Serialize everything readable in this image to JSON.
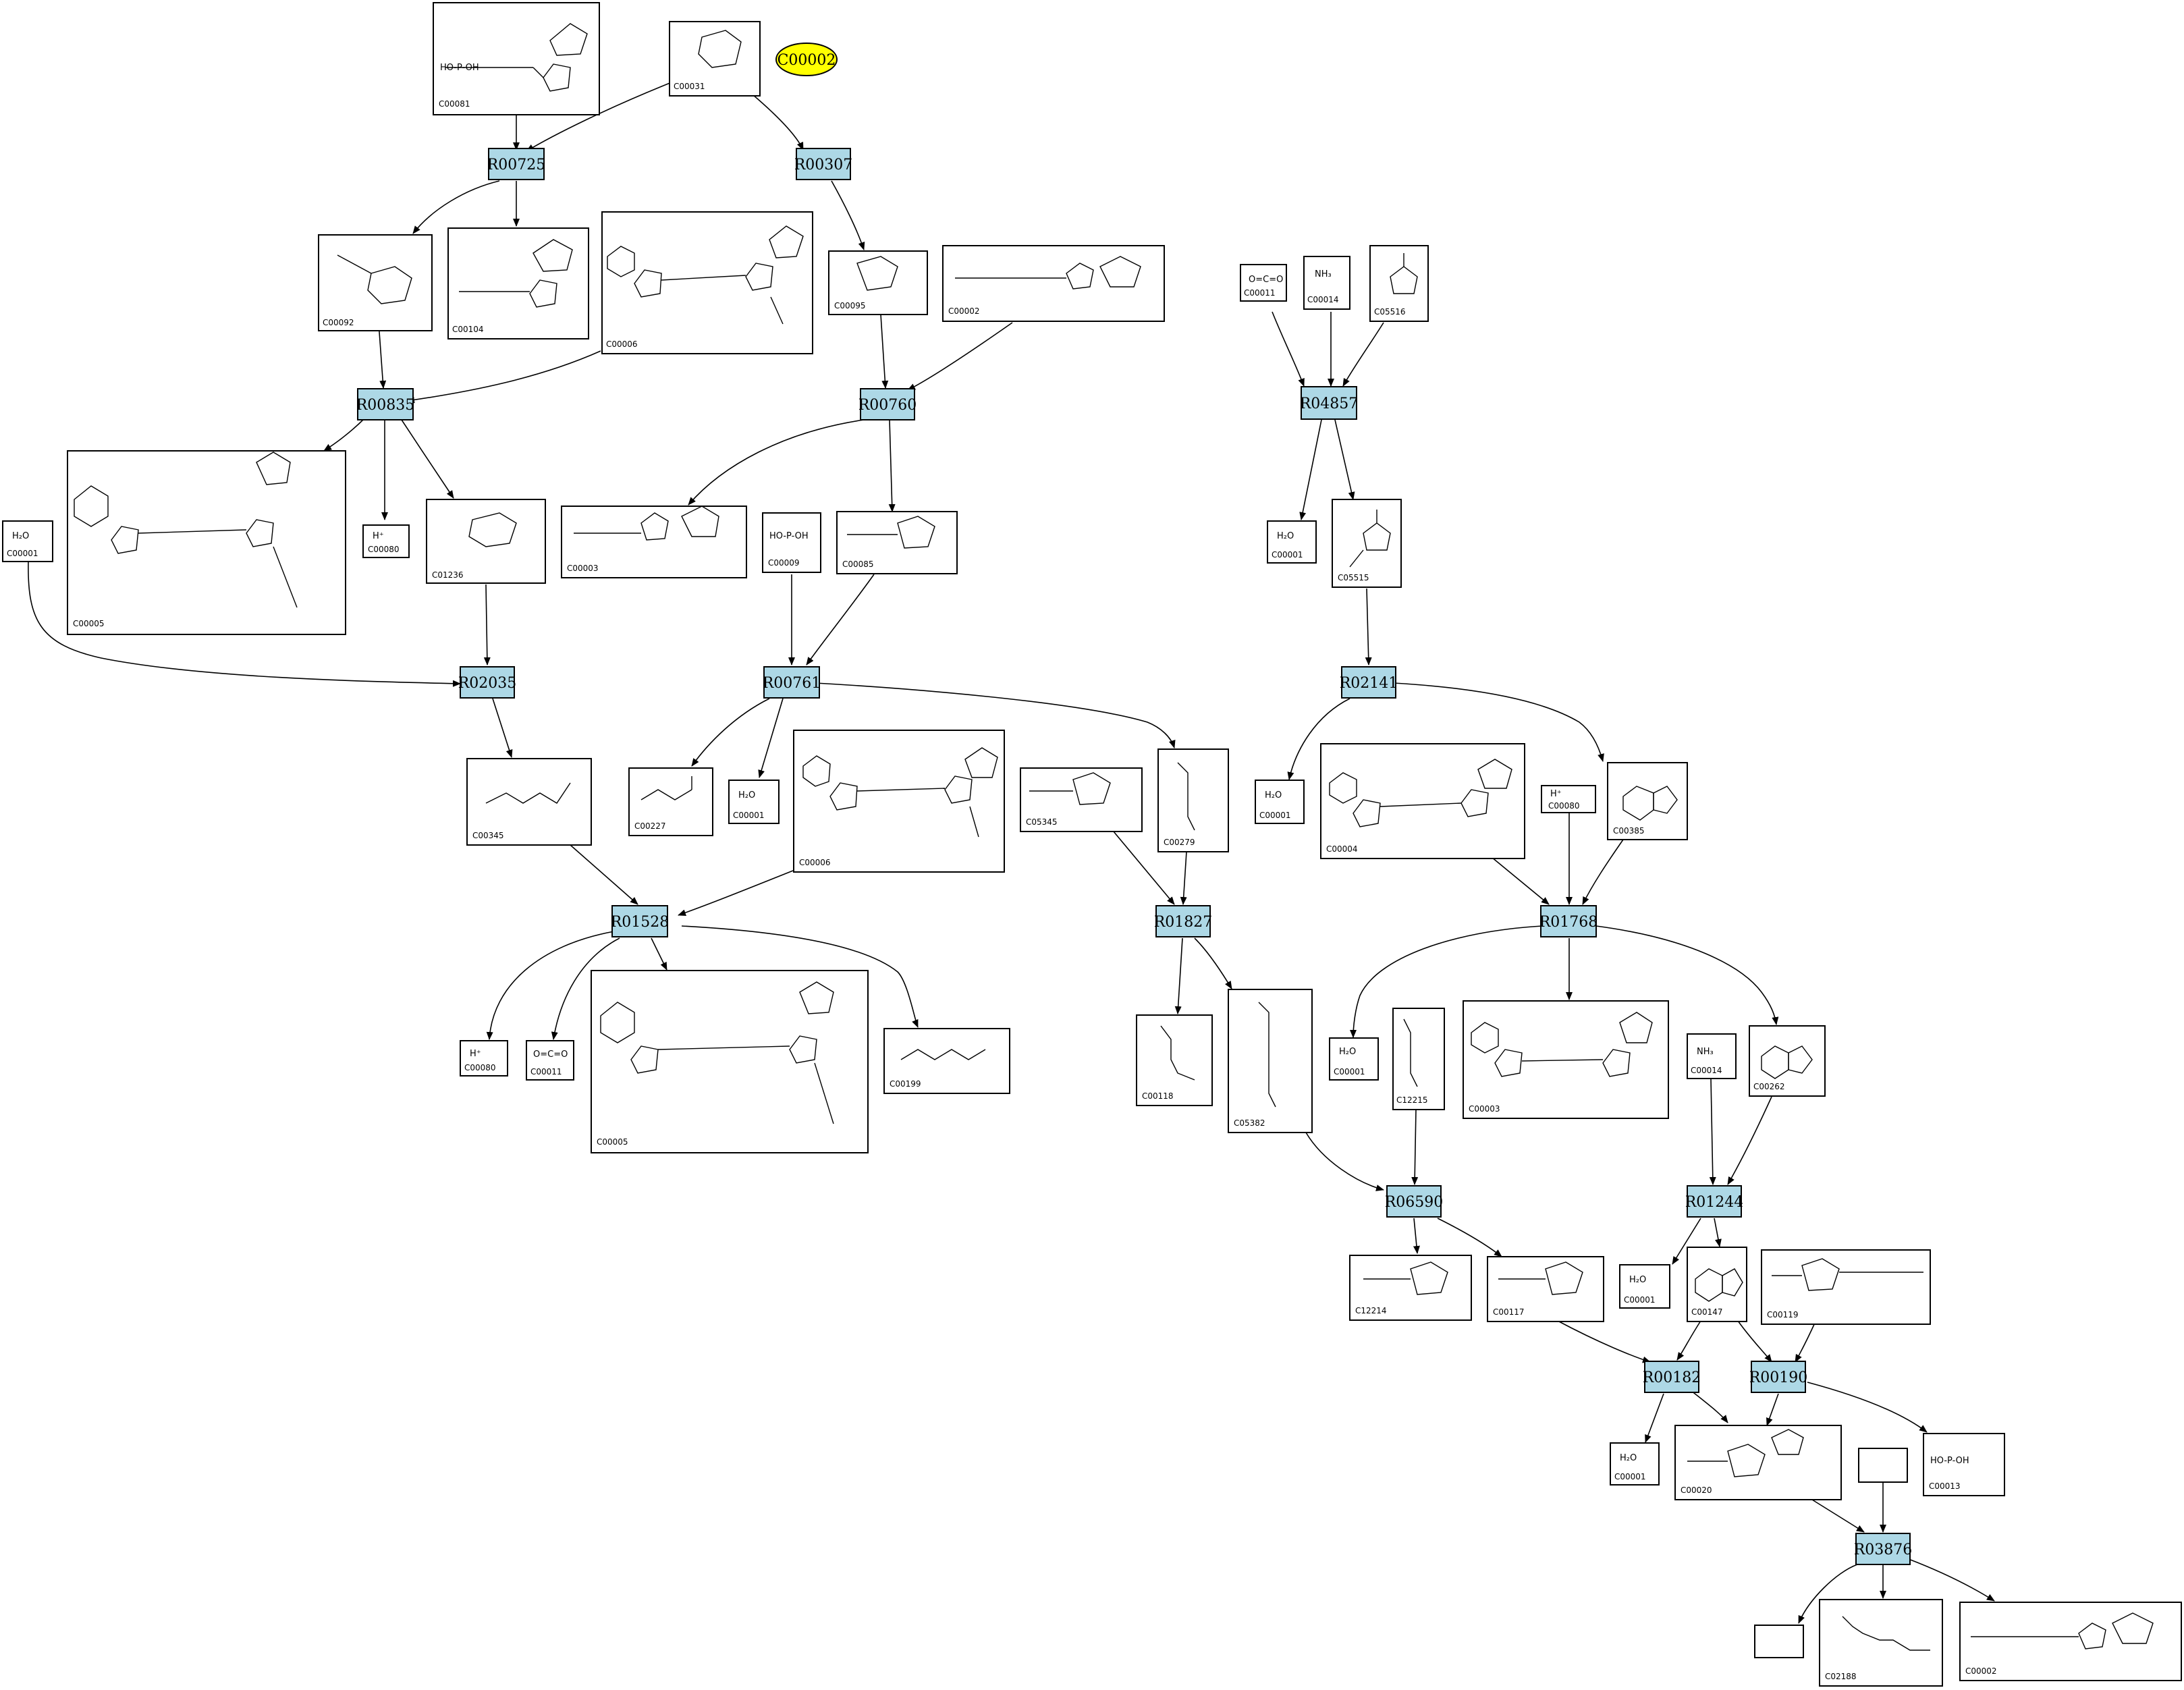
{
  "ellipse_node": {
    "label": "C00002",
    "color": "#ffff00"
  },
  "reactions": [
    {
      "id": "R00725"
    },
    {
      "id": "R00307"
    },
    {
      "id": "R00835"
    },
    {
      "id": "R00760"
    },
    {
      "id": "R04857"
    },
    {
      "id": "R02035"
    },
    {
      "id": "R00761"
    },
    {
      "id": "R02141"
    },
    {
      "id": "R01528"
    },
    {
      "id": "R01827"
    },
    {
      "id": "R01768"
    },
    {
      "id": "R06590"
    },
    {
      "id": "R01244"
    },
    {
      "id": "R00182"
    },
    {
      "id": "R00190"
    },
    {
      "id": "R03876"
    }
  ],
  "compounds": [
    {
      "id": "C00081"
    },
    {
      "id": "C00031"
    },
    {
      "id": "C00092"
    },
    {
      "id": "C00104"
    },
    {
      "id": "C00006"
    },
    {
      "id": "C00095"
    },
    {
      "id": "C00002"
    },
    {
      "id": "C00011"
    },
    {
      "id": "C00014"
    },
    {
      "id": "C05516"
    },
    {
      "id": "C00001"
    },
    {
      "id": "C00005"
    },
    {
      "id": "C00080"
    },
    {
      "id": "C01236"
    },
    {
      "id": "C00003"
    },
    {
      "id": "C00009"
    },
    {
      "id": "C00085"
    },
    {
      "id": "C00001"
    },
    {
      "id": "C05515"
    },
    {
      "id": "C00345"
    },
    {
      "id": "C00227"
    },
    {
      "id": "C00001"
    },
    {
      "id": "C00006"
    },
    {
      "id": "C05345"
    },
    {
      "id": "C00279"
    },
    {
      "id": "C00001"
    },
    {
      "id": "C00004"
    },
    {
      "id": "C00080"
    },
    {
      "id": "C00385"
    },
    {
      "id": "C00080"
    },
    {
      "id": "C00011"
    },
    {
      "id": "C00005"
    },
    {
      "id": "C00199"
    },
    {
      "id": "C00118"
    },
    {
      "id": "C05382"
    },
    {
      "id": "C00001"
    },
    {
      "id": "C12215"
    },
    {
      "id": "C00003"
    },
    {
      "id": "C00014"
    },
    {
      "id": "C00262"
    },
    {
      "id": "C12214"
    },
    {
      "id": "C00117"
    },
    {
      "id": "C00001"
    },
    {
      "id": "C00147"
    },
    {
      "id": "C00119"
    },
    {
      "id": "C00001"
    },
    {
      "id": "C00020"
    },
    {
      "id": "C00013"
    },
    {
      "id": "C02188"
    },
    {
      "id": "C00002"
    }
  ],
  "formulas": {
    "h2o": "H₂O",
    "h_plus": "H⁺",
    "co2": "O=C=O",
    "nh3": "NH₃",
    "phosphate": "HO-P-OH"
  },
  "colors": {
    "reaction_fill": "#add8e6",
    "ellipse_fill": "#ffff00",
    "stroke": "#000000"
  }
}
